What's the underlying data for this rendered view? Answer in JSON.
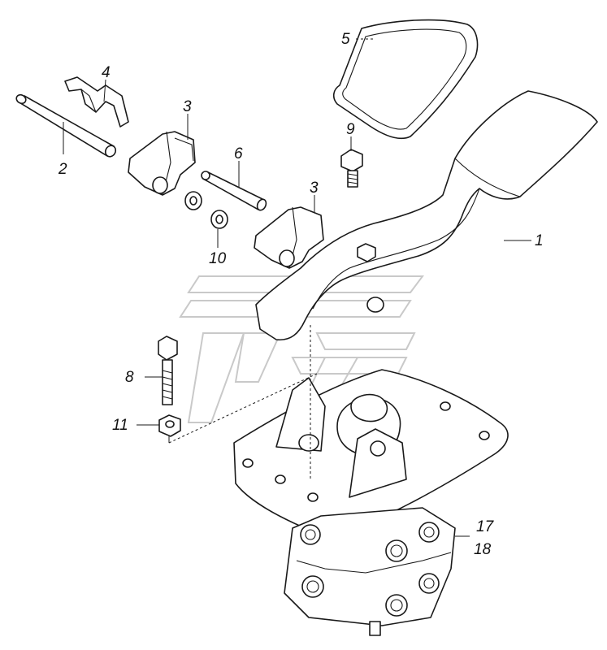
{
  "diagram": {
    "colors": {
      "line": "#1a1a1a",
      "watermark": "#c9c9c9",
      "background": "#ffffff"
    },
    "callouts": {
      "c1": "1",
      "c2": "2",
      "c3a": "3",
      "c3b": "3",
      "c4": "4",
      "c5": "5",
      "c6": "6",
      "c8": "8",
      "c9": "9",
      "c10": "10",
      "c11": "11",
      "c17": "17",
      "c18": "18"
    }
  }
}
